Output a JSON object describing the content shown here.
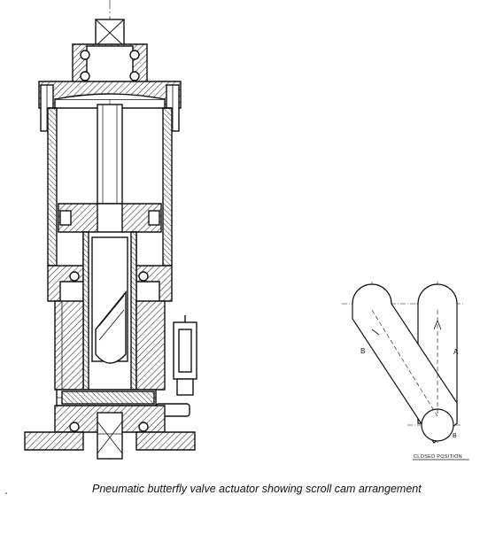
{
  "figure": {
    "caption": "Pneumatic butterfly valve actuator showing scroll cam arrangement",
    "cam_label_a": "A",
    "cam_label_b": "B",
    "cam_label_b2": "B",
    "cam_position_label": "CLOSED POSITION"
  }
}
